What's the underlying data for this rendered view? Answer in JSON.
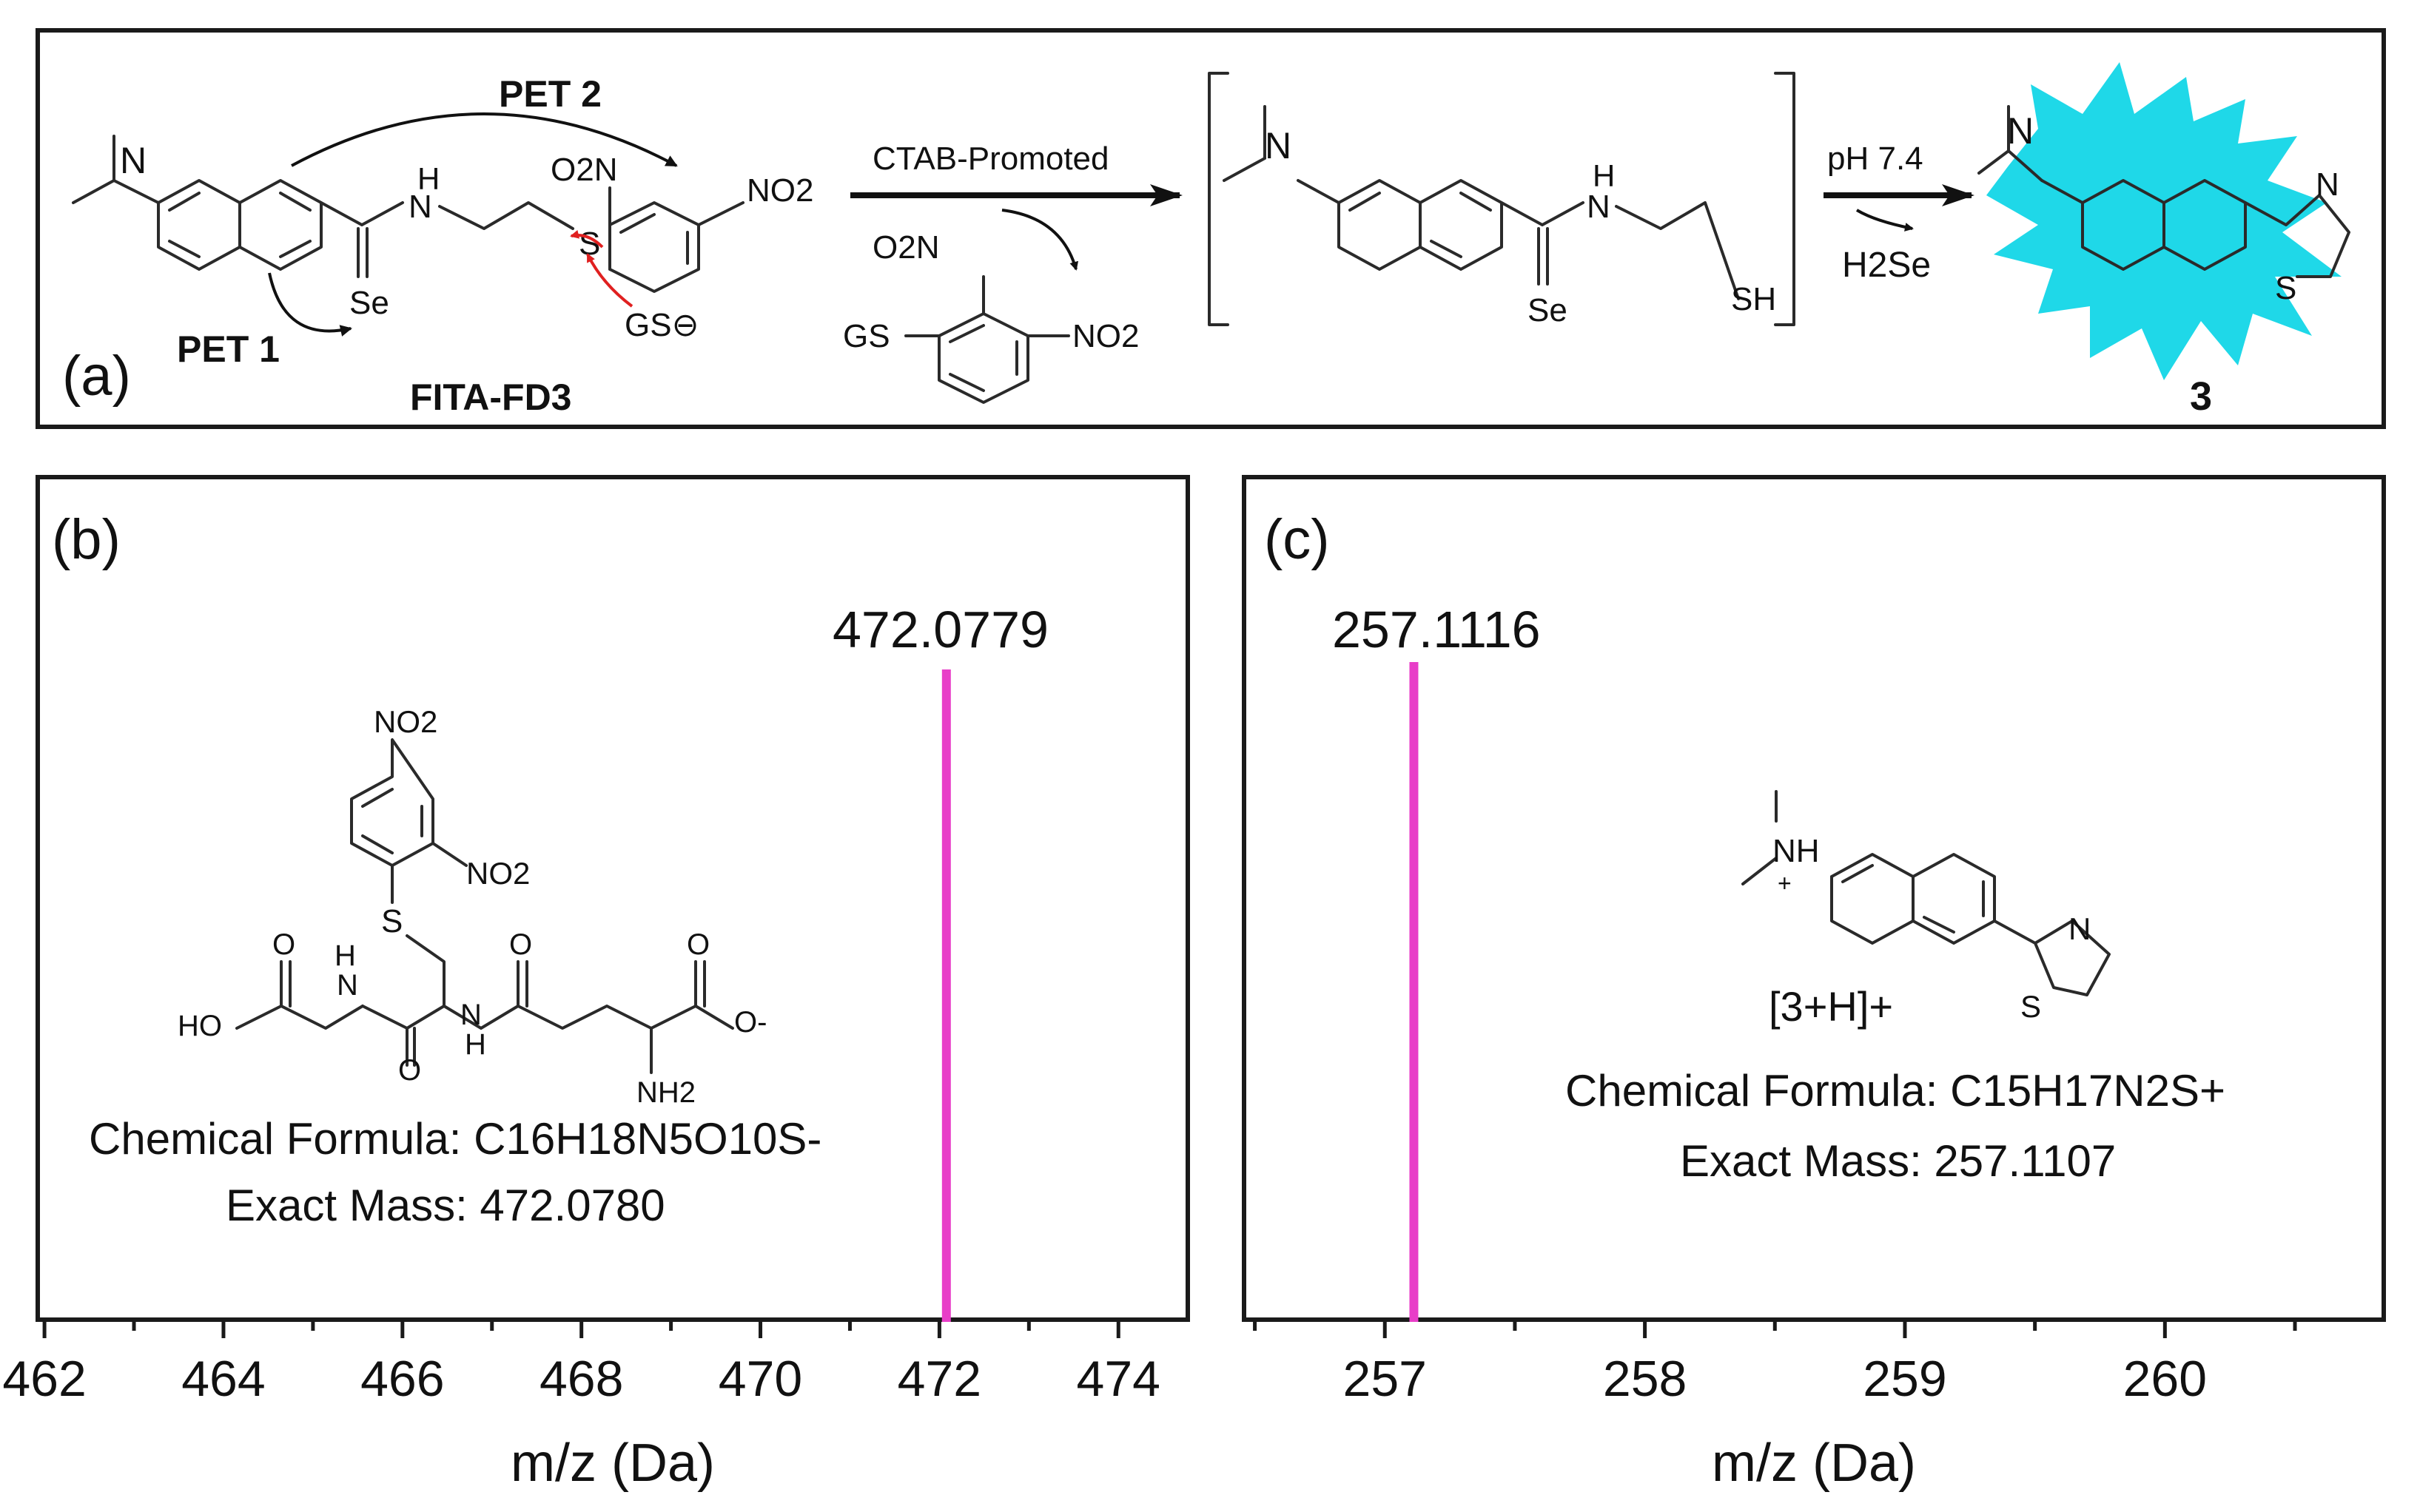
{
  "panel_a": {
    "label": "(a)",
    "pet1": "PET 1",
    "pet2": "PET 2",
    "probe_name": "FITA-FD3",
    "se_atom": "Se",
    "nh_atom": "H",
    "n_atom": "N",
    "s_atom": "S",
    "o2n": "O2N",
    "no2": "NO2",
    "gs_minus": "GS⊖",
    "step1": "CTAB-Promoted",
    "byproduct_gs": "GS",
    "byproduct_o2n": "O2N",
    "byproduct_no2": "NO2",
    "intermediate_sh": "SH",
    "intermediate_se": "Se",
    "intermediate_h": "H",
    "intermediate_n": "N",
    "step2_condition": "pH 7.4",
    "step2_byproduct": "H2Se",
    "product_label": "3",
    "product_n": "N",
    "product_s": "S",
    "highlight_color": "#1fd8e8"
  },
  "panel_b": {
    "label": "(b)",
    "peak_label": "472.0779",
    "formula_prefix": "Chemical Formula: ",
    "formula": "C16H18N5O10S-",
    "exact_mass": "Exact Mass: 472.0780",
    "struct_no2_top": "NO2",
    "struct_no2_side": "NO2",
    "struct_s": "S",
    "struct_ho": "HO",
    "struct_o": "O",
    "struct_h": "H",
    "struct_n": "N",
    "struct_nh2": "NH2",
    "struct_o_minus": "O-",
    "xlabel": "m/z (Da)"
  },
  "panel_c": {
    "label": "(c)",
    "peak_label": "257.1116",
    "ion_label": "[3+H]+",
    "formula_prefix": "Chemical Formula: ",
    "formula": "C15H17N2S+",
    "exact_mass": "Exact Mass: 257.1107",
    "struct_nh": "NH",
    "struct_plus": "+",
    "struct_n": "N",
    "struct_s": "S",
    "xlabel": "m/z (Da)"
  },
  "chart_data": [
    {
      "type": "bar",
      "panel": "(b)",
      "xlabel": "m/z (Da)",
      "xlim": [
        461.9,
        474.8
      ],
      "xticks": [
        462,
        464,
        466,
        468,
        470,
        472,
        474
      ],
      "x": [
        472.0779
      ],
      "values": [
        1.0
      ],
      "peak_labels": [
        "472.0779"
      ],
      "color": "#e83ec8"
    },
    {
      "type": "bar",
      "panel": "(c)",
      "xlabel": "m/z (Da)",
      "xlim": [
        256.45,
        260.85
      ],
      "xticks": [
        257,
        258,
        259,
        260
      ],
      "x": [
        257.1116
      ],
      "values": [
        1.0
      ],
      "peak_labels": [
        "257.1116"
      ],
      "color": "#e83ec8"
    }
  ]
}
